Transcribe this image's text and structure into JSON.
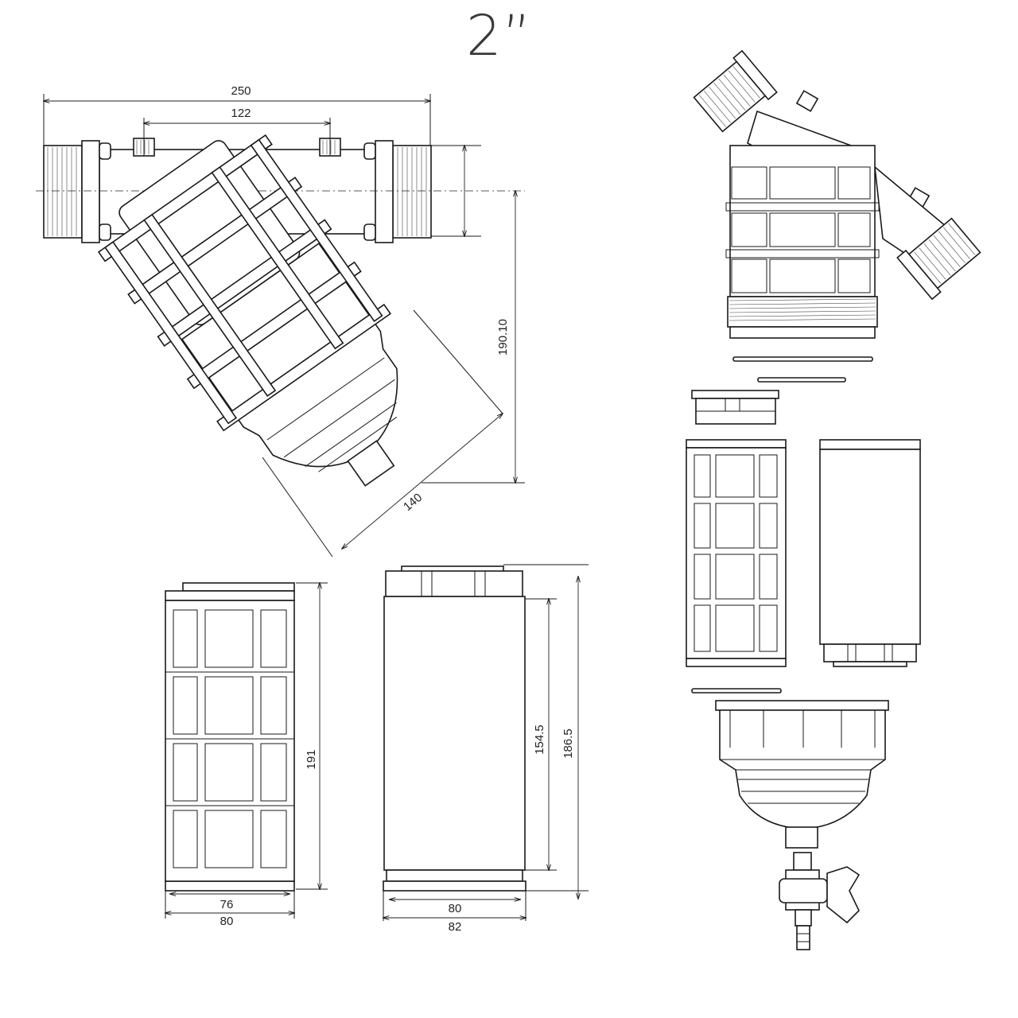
{
  "title": "2”",
  "dimensions": {
    "overall_length": "250",
    "port_spacing": "122",
    "height": "190.10",
    "body_diagonal": "140",
    "screen_height": "191",
    "screen_inner_diameter": "76",
    "screen_outer_diameter": "80",
    "cartridge_length": "154.5",
    "cartridge_total_height": "186.5",
    "cartridge_inner_diameter": "80",
    "cartridge_outer_diameter": "82"
  }
}
